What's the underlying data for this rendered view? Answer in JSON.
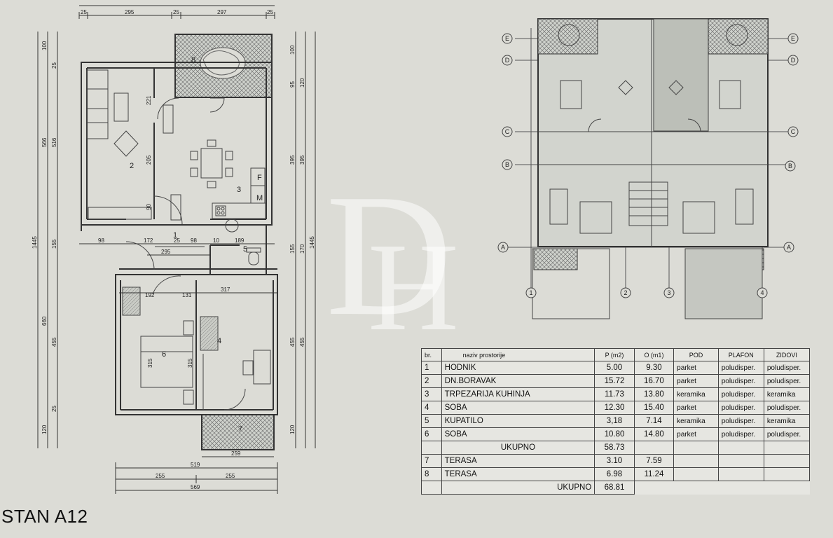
{
  "title": "STAN A12",
  "table": {
    "headers": [
      "br.",
      "naziv prostorije",
      "P (m2)",
      "O (m1)",
      "POD",
      "PLAFON",
      "ZIDOVI"
    ],
    "rows": [
      {
        "br": "1",
        "name": "HODNIK",
        "p": "5.00",
        "o": "9.30",
        "pod": "parket",
        "plafon": "poludisper.",
        "zidovi": "poludisper."
      },
      {
        "br": "2",
        "name": "DN.BORAVAK",
        "p": "15.72",
        "o": "16.70",
        "pod": "parket",
        "plafon": "poludisper.",
        "zidovi": "poludisper."
      },
      {
        "br": "3",
        "name": "TRPEZARIJA KUHINJA",
        "p": "11.73",
        "o": "13.80",
        "pod": "keramika",
        "plafon": "poludisper.",
        "zidovi": "keramika"
      },
      {
        "br": "4",
        "name": "SOBA",
        "p": "12.30",
        "o": "15.40",
        "pod": "parket",
        "plafon": "poludisper.",
        "zidovi": "poludisper."
      },
      {
        "br": "5",
        "name": "KUPATILO",
        "p": "3,18",
        "o": "7.14",
        "pod": "keramika",
        "plafon": "poludisper.",
        "zidovi": "keramika"
      },
      {
        "br": "6",
        "name": "SOBA",
        "p": "10.80",
        "o": "14.80",
        "pod": "parket",
        "plafon": "poludisper.",
        "zidovi": "poludisper."
      }
    ],
    "subtotal_label": "UKUPNO",
    "subtotal_value": "58.73",
    "terrace_rows": [
      {
        "br": "7",
        "name": "TERASA",
        "p": "3.10",
        "o": "7.59"
      },
      {
        "br": "8",
        "name": "TERASA",
        "p": "6.98",
        "o": "11.24"
      }
    ],
    "total_label": "UKUPNO",
    "total_value": "68.81"
  },
  "plan": {
    "rooms": [
      "1",
      "2",
      "3",
      "4",
      "5",
      "6",
      "7",
      "8"
    ],
    "top_dims": [
      "25",
      "295",
      "25",
      "297",
      "25"
    ],
    "mid_dims": [
      "98",
      "172",
      "25",
      "98",
      "10",
      "189"
    ],
    "mid_dims2": [
      "295",
      "317",
      "192",
      "131"
    ],
    "bottom_dims": [
      "259",
      "519",
      "255",
      "255",
      "569"
    ],
    "left_dims": [
      "100",
      "566",
      "516",
      "25",
      "1445",
      "155",
      "660",
      "455",
      "25",
      "120"
    ],
    "right_dims": [
      "100",
      "95",
      "120",
      "395",
      "395",
      "155",
      "170",
      "1445",
      "455",
      "455",
      "120"
    ],
    "inner_dims": [
      "221",
      "205",
      "90",
      "315",
      "315"
    ],
    "kitchen_labels": [
      "F",
      "M"
    ]
  },
  "site": {
    "row_axes": [
      "E",
      "D",
      "C",
      "B",
      "A"
    ],
    "col_axes": [
      "1",
      "2",
      "3",
      "4"
    ]
  },
  "watermark_letters": [
    "D",
    "H"
  ]
}
